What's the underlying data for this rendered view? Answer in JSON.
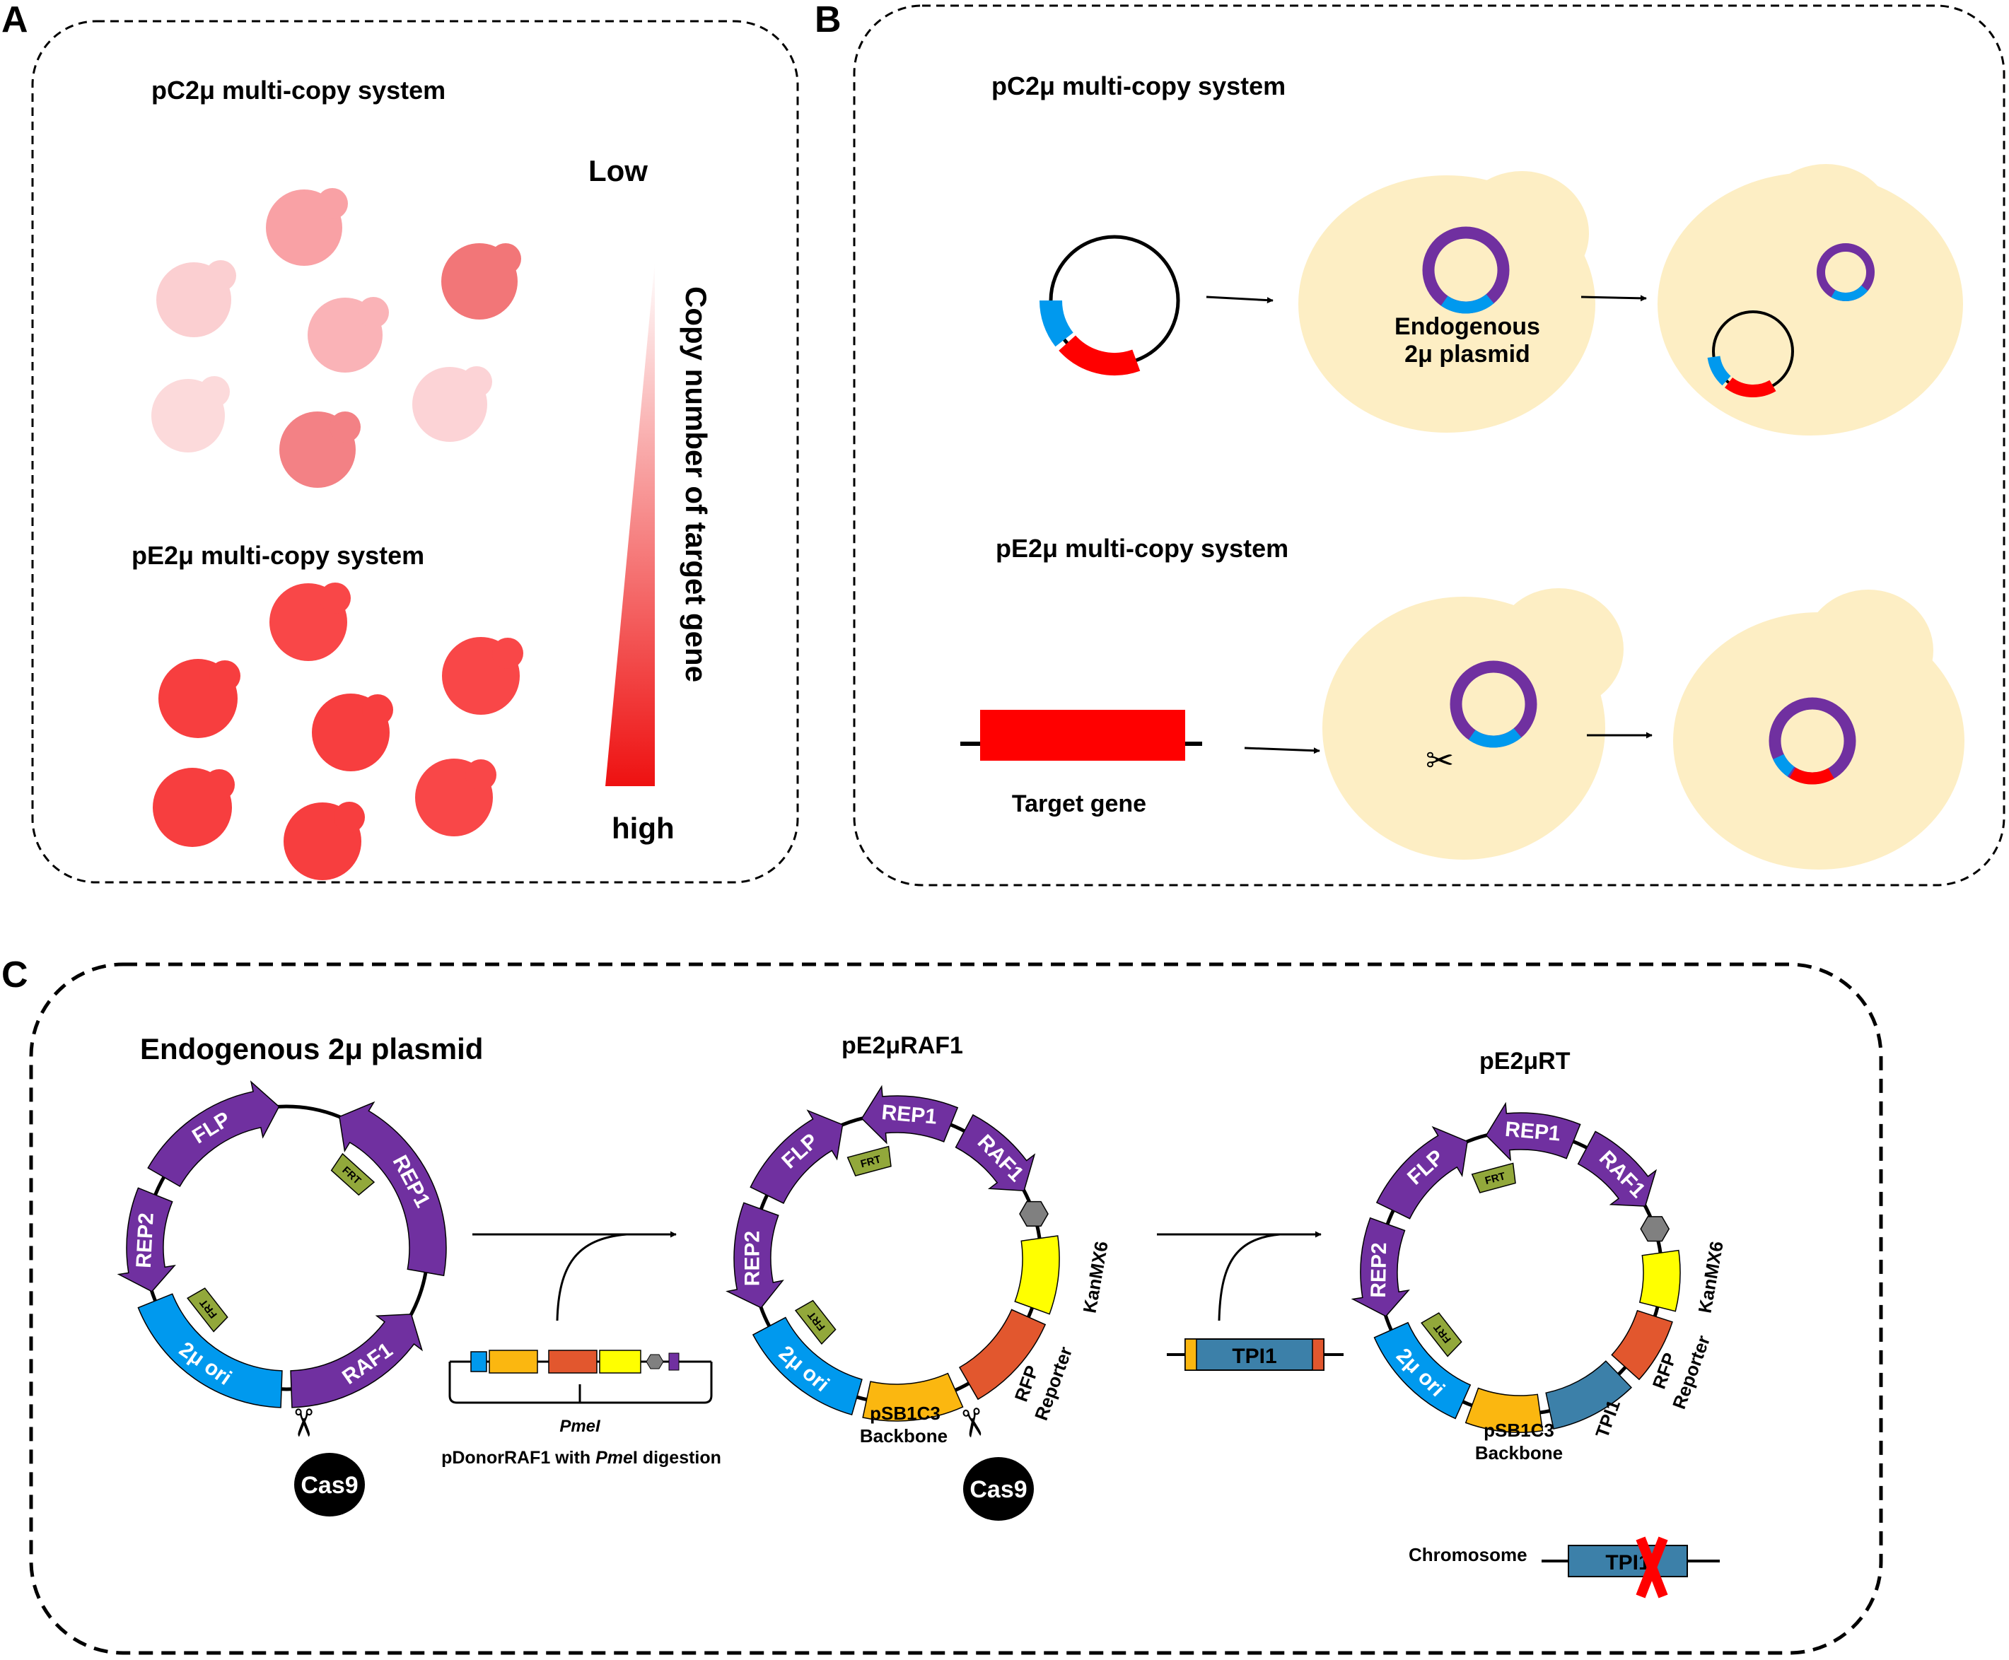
{
  "panel_labels": {
    "a": "A",
    "b": "B",
    "c": "C"
  },
  "panelA": {
    "title_top": "pC2μ multi-copy system",
    "title_bottom": "pE2μ multi-copy system",
    "low": "Low",
    "high": "high",
    "gradient_label": "Copy number of target gene"
  },
  "panelB": {
    "title_top": "pC2μ multi-copy system",
    "title_bottom": "pE2μ multi-copy system",
    "endogenous_line1": "Endogenous",
    "endogenous_line2": "2μ plasmid",
    "target_gene": "Target gene"
  },
  "panelC": {
    "title_endogenous": "Endogenous 2μ plasmid",
    "title_raf1": "pE2μRAF1",
    "title_rt": "pE2μRT",
    "seg": {
      "flp": "FLP",
      "rep1": "REP1",
      "rep2": "REP2",
      "raf1": "RAF1",
      "ori": "2μ ori",
      "frt": "FRT",
      "kanmx6": "KanMX6",
      "rfp1": "RFP",
      "rfp2": "Reporter",
      "backbone1": "pSB1C3",
      "backbone2": "Backbone",
      "tpi1": "TPI1"
    },
    "cas9": "Cas9",
    "pmei": "PmeI",
    "donor_pre": "pDonorRAF1 with ",
    "donor_em": "Pme",
    "donor_post": "I digestion",
    "chromosome": "Chromosome",
    "tpi_chrom": "TPI1"
  },
  "colors": {
    "purple": "#7030a0",
    "blue": "#0099ee",
    "red": "#ff0000",
    "cell": "#fdeec4",
    "frt": "#92a83b",
    "yellow": "#ffff00",
    "orange": "#e2572e",
    "gold": "#fbb710",
    "tpi": "#3c80a9",
    "grey": "#808080"
  }
}
